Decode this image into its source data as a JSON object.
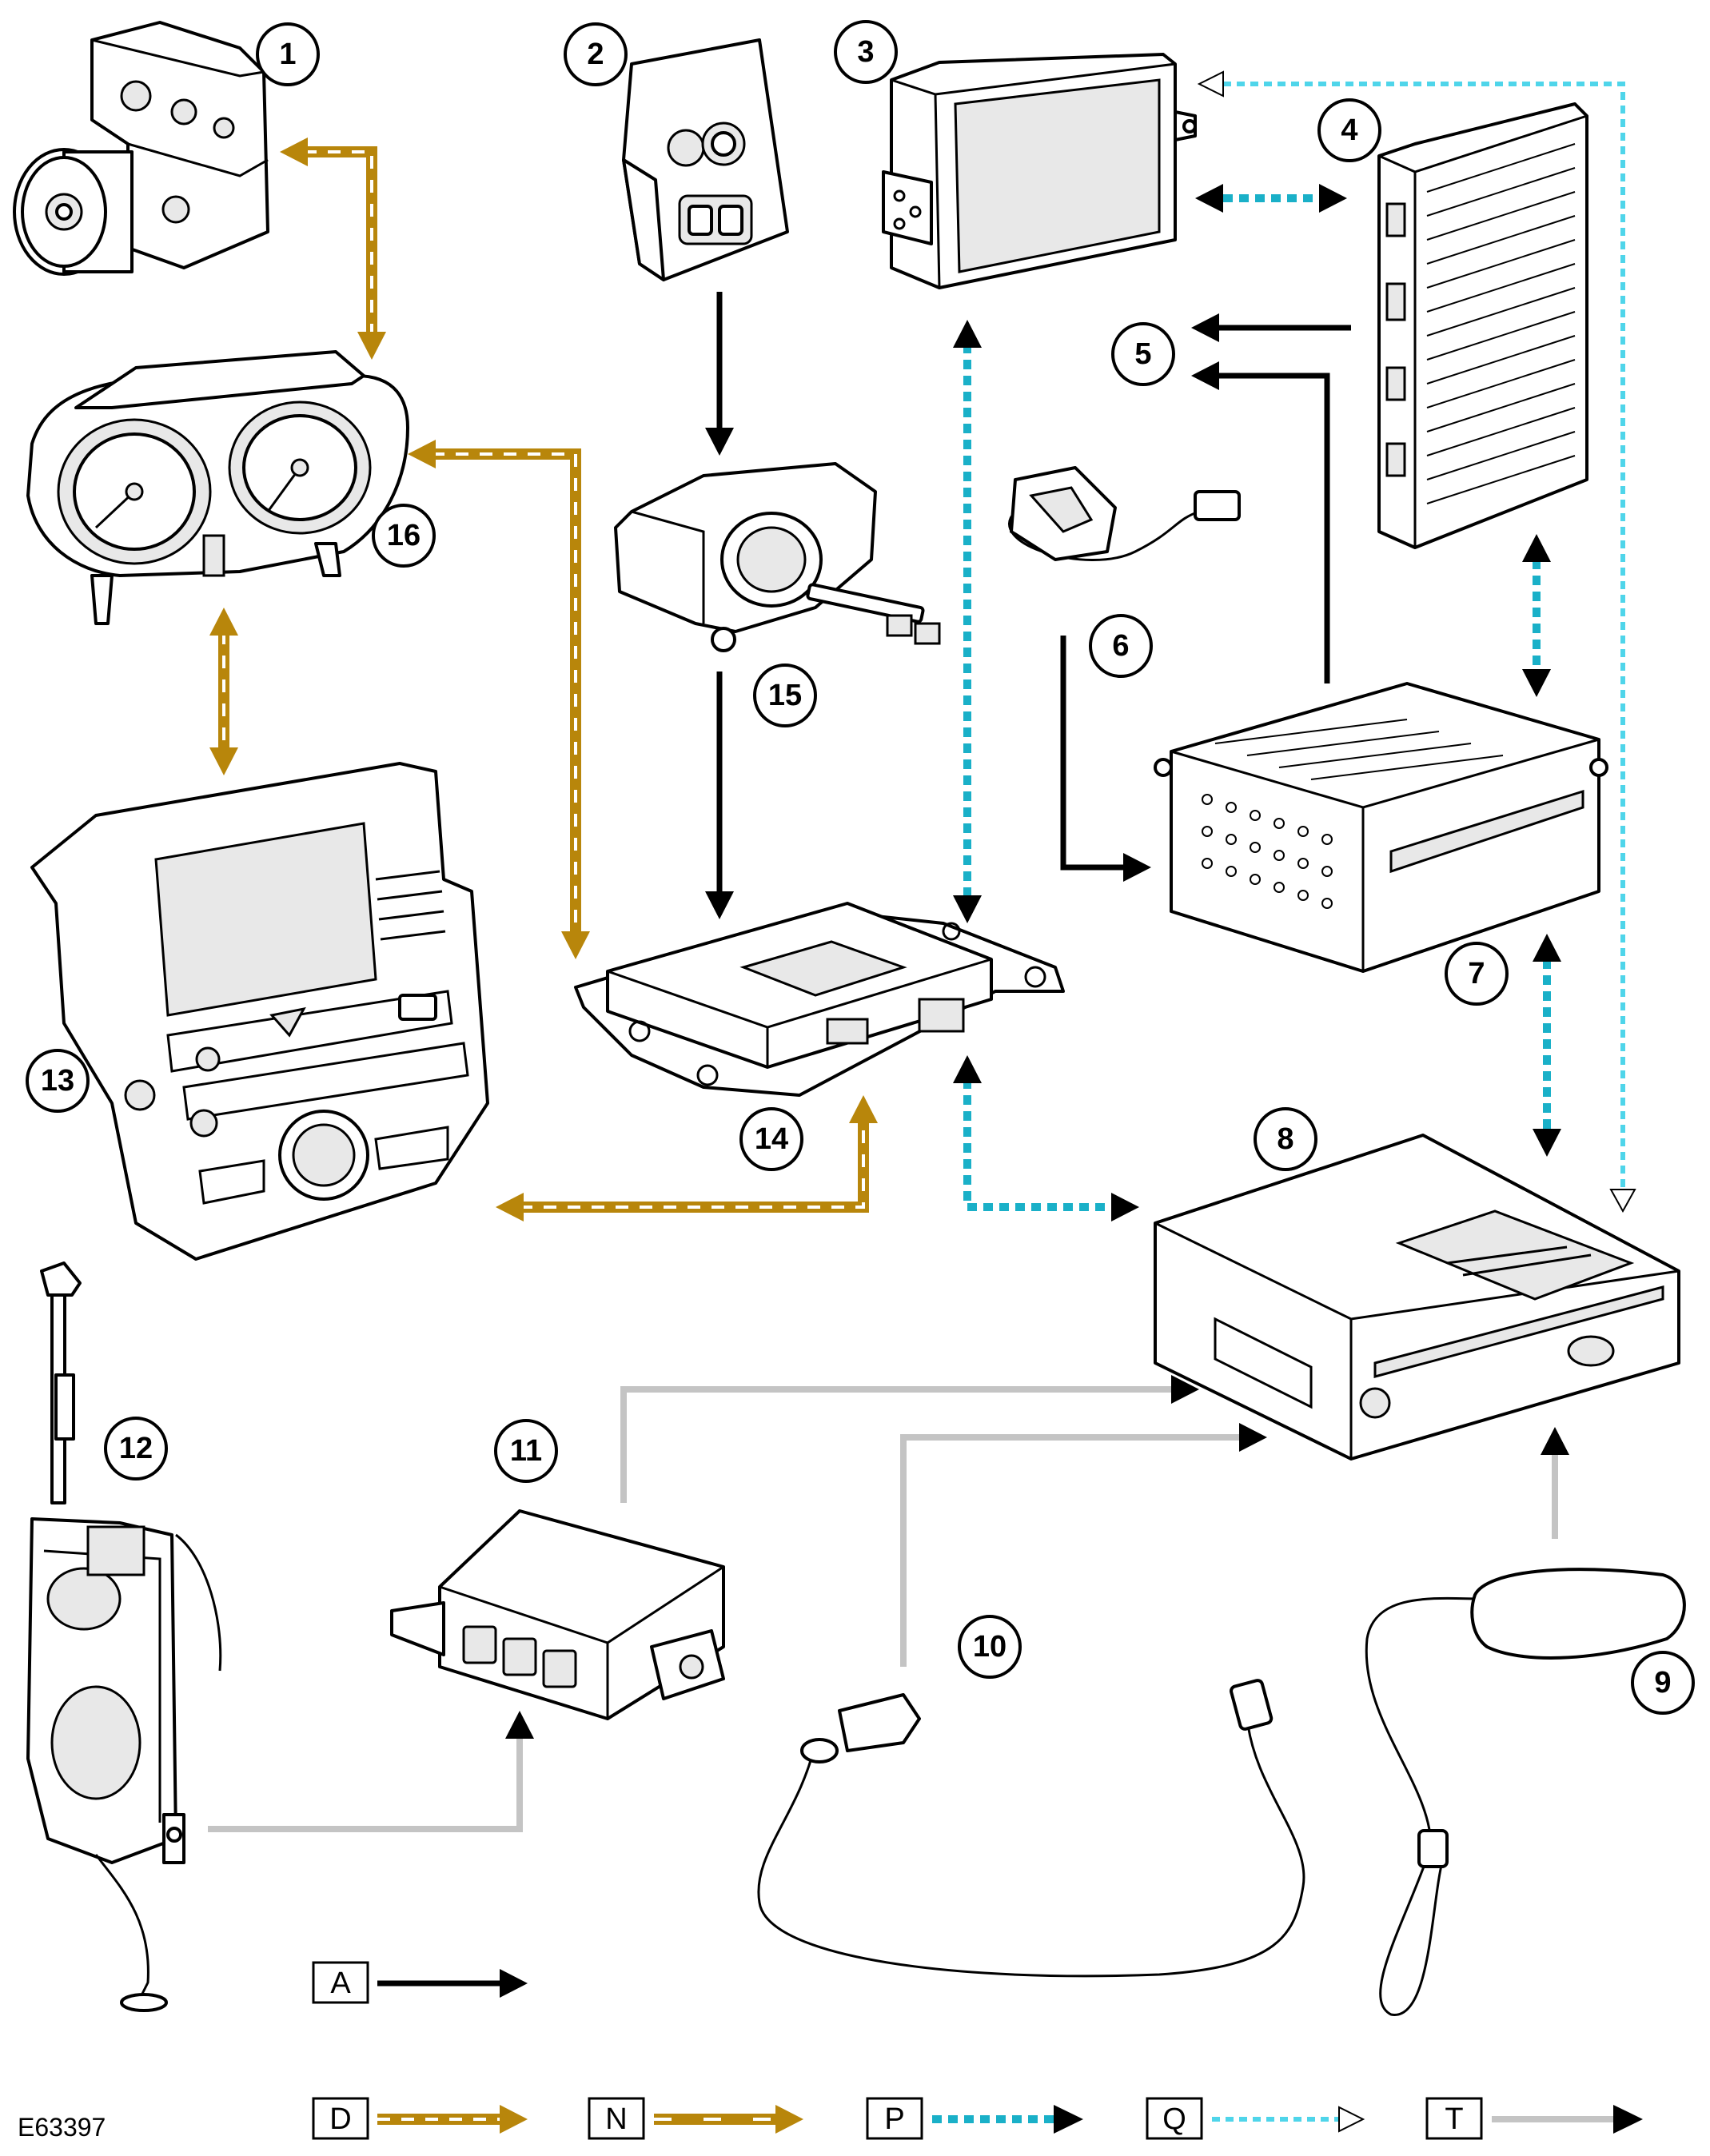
{
  "figure_ref": "E63397",
  "components": [
    {
      "id": "1"
    },
    {
      "id": "2"
    },
    {
      "id": "3"
    },
    {
      "id": "4"
    },
    {
      "id": "5"
    },
    {
      "id": "6"
    },
    {
      "id": "7"
    },
    {
      "id": "8"
    },
    {
      "id": "9"
    },
    {
      "id": "10"
    },
    {
      "id": "11"
    },
    {
      "id": "12"
    },
    {
      "id": "13"
    },
    {
      "id": "14"
    },
    {
      "id": "15"
    },
    {
      "id": "16"
    }
  ],
  "legend": [
    {
      "key": "A",
      "line_style": "solid-black"
    },
    {
      "key": "D",
      "line_style": "gold-dashed"
    },
    {
      "key": "N",
      "line_style": "gold-solid"
    },
    {
      "key": "P",
      "line_style": "cyan-dotted"
    },
    {
      "key": "Q",
      "line_style": "cyan-dotted-open-arrow"
    },
    {
      "key": "T",
      "line_style": "solid-grey"
    }
  ],
  "connections": [
    {
      "from": "1",
      "to": "16",
      "style": "D",
      "bidirectional": true
    },
    {
      "from": "16",
      "to": "13",
      "style": "D",
      "bidirectional": true
    },
    {
      "from": "16",
      "to": "14",
      "style": "D",
      "bidirectional": true
    },
    {
      "from": "13",
      "to": "14",
      "style": "D",
      "bidirectional": true
    },
    {
      "from": "2",
      "to": "15",
      "style": "A",
      "bidirectional": false
    },
    {
      "from": "15",
      "to": "14",
      "style": "A",
      "bidirectional": false
    },
    {
      "from": "3",
      "to": "4",
      "style": "P",
      "bidirectional": true
    },
    {
      "from": "3",
      "to": "14",
      "style": "P",
      "bidirectional": true
    },
    {
      "from": "14",
      "to": "8",
      "style": "P",
      "bidirectional": true
    },
    {
      "from": "4",
      "to": "7",
      "style": "P",
      "bidirectional": true
    },
    {
      "from": "7",
      "to": "8",
      "style": "P",
      "bidirectional": true
    },
    {
      "from": "3",
      "to": "8",
      "style": "Q",
      "bidirectional": true
    },
    {
      "from": "4",
      "to": "5",
      "style": "A",
      "bidirectional": false
    },
    {
      "from": "7",
      "to": "5",
      "style": "A",
      "bidirectional": false
    },
    {
      "from": "6",
      "to": "7",
      "style": "A",
      "bidirectional": false
    },
    {
      "from": "12",
      "to": "11",
      "style": "T",
      "bidirectional": false
    },
    {
      "from": "11",
      "to": "8",
      "style": "T",
      "bidirectional": false
    },
    {
      "from": "10",
      "to": "8",
      "style": "T",
      "bidirectional": false
    },
    {
      "from": "9",
      "to": "8",
      "style": "T",
      "bidirectional": false
    }
  ]
}
